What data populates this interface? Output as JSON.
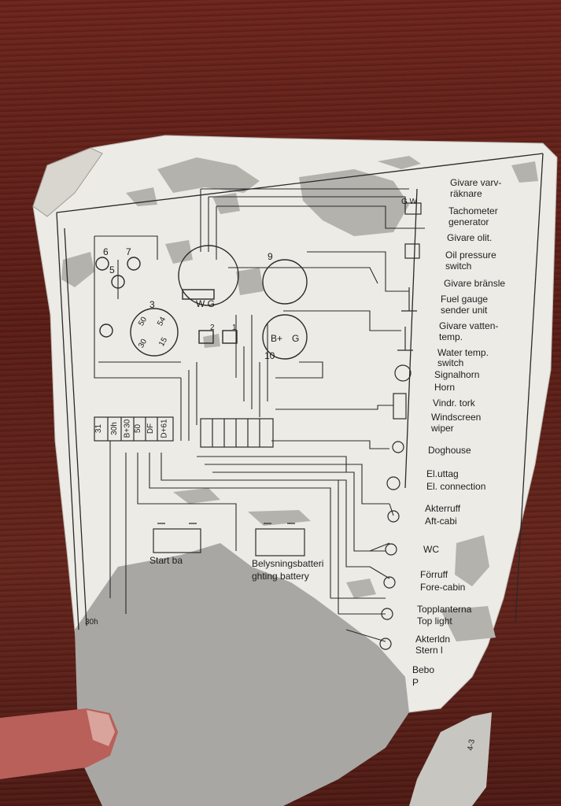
{
  "diagram": {
    "legend": [
      {
        "id": "l1",
        "text": "Givare varv-"
      },
      {
        "id": "l2",
        "text": "räknare"
      },
      {
        "id": "l3",
        "text": "Tachometer"
      },
      {
        "id": "l4",
        "text": "generator"
      },
      {
        "id": "l5",
        "text": "Givare olit."
      },
      {
        "id": "l6",
        "text": "Oil pressure"
      },
      {
        "id": "l7",
        "text": "switch"
      },
      {
        "id": "l8",
        "text": "Givare bränsle"
      },
      {
        "id": "l9",
        "text": "Fuel gauge"
      },
      {
        "id": "l10",
        "text": "sender unit"
      },
      {
        "id": "l11",
        "text": "Givare vatten-"
      },
      {
        "id": "l12",
        "text": "temp."
      },
      {
        "id": "l13",
        "text": "Water temp."
      },
      {
        "id": "l14",
        "text": "switch"
      },
      {
        "id": "l15",
        "text": "Signalhorn"
      },
      {
        "id": "l16",
        "text": "Horn"
      },
      {
        "id": "l17",
        "text": "Vindr. tork"
      },
      {
        "id": "l18",
        "text": "Windscreen"
      },
      {
        "id": "l19",
        "text": "wiper"
      },
      {
        "id": "l20",
        "text": "Doghouse"
      },
      {
        "id": "l21",
        "text": "El.uttag"
      },
      {
        "id": "l22",
        "text": "El. connection"
      },
      {
        "id": "l23",
        "text": "Akterruff"
      },
      {
        "id": "l24",
        "text": "Aft-cabi"
      },
      {
        "id": "l25",
        "text": "WC"
      },
      {
        "id": "l26",
        "text": "Förruff"
      },
      {
        "id": "l27",
        "text": "Fore-cabin"
      },
      {
        "id": "l28",
        "text": "Topplanterna"
      },
      {
        "id": "l29",
        "text": "Top light"
      },
      {
        "id": "l30",
        "text": "Akterldn"
      },
      {
        "id": "l31",
        "text": "Stern l"
      },
      {
        "id": "l32",
        "text": "Bebo"
      },
      {
        "id": "l33",
        "text": "P"
      }
    ],
    "terminals": [
      "31",
      "30h",
      "B+30",
      "50",
      "DF",
      "D+61"
    ],
    "gauge_labels": {
      "g6": "6",
      "g7": "7",
      "g5": "5",
      "g3": "3",
      "wg": "W G",
      "g9": "9",
      "g10": "10",
      "bplus": "B+",
      "g": "G",
      "g2": "2",
      "g1": "1",
      "gw": "G W",
      "switch_terminals": [
        "50",
        "30",
        "54",
        "15"
      ]
    },
    "batteries": {
      "start": "Start ba",
      "lighting_top": "Belysningsbatteri",
      "lighting_bottom": "ghting battery"
    },
    "misc": {
      "left_30h": "30h",
      "torn_num": "4-3"
    }
  }
}
